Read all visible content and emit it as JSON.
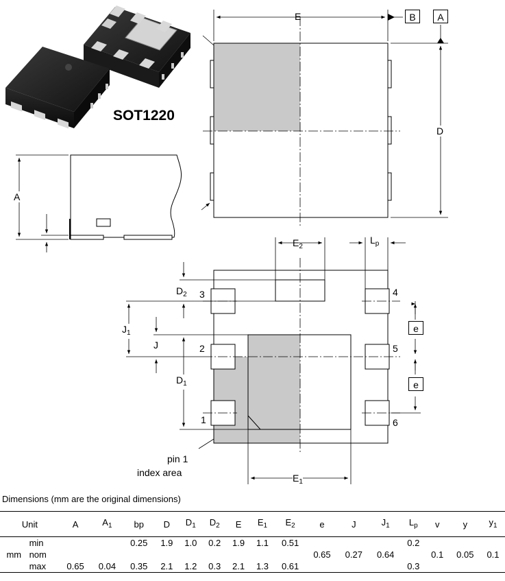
{
  "package": {
    "name": "SOT1220"
  },
  "top_view": {
    "dim_E": "E",
    "datum_B": "B",
    "datum_A": "A",
    "dim_D": "D"
  },
  "side_view": {
    "dim_A": "A"
  },
  "bottom_view": {
    "E2": {
      "base": "E",
      "sub": "2"
    },
    "Lp": {
      "base": "L",
      "sub": "p"
    },
    "D2": {
      "base": "D",
      "sub": "2"
    },
    "J1": {
      "base": "J",
      "sub": "1"
    },
    "J": "J",
    "D1": {
      "base": "D",
      "sub": "1"
    },
    "E1": {
      "base": "E",
      "sub": "1"
    },
    "e_top": "e",
    "e_bottom": "e",
    "pins": [
      "1",
      "2",
      "3",
      "4",
      "5",
      "6"
    ],
    "pin1_label_line1": "pin 1",
    "pin1_label_line2": "index area"
  },
  "dimensions_table": {
    "caption": "Dimensions (mm are the original dimensions)",
    "unit_header": "Unit",
    "columns": [
      {
        "base": "A",
        "sub": ""
      },
      {
        "base": "A",
        "sub": "1"
      },
      {
        "base": "bp",
        "sub": ""
      },
      {
        "base": "D",
        "sub": ""
      },
      {
        "base": "D",
        "sub": "1"
      },
      {
        "base": "D",
        "sub": "2"
      },
      {
        "base": "E",
        "sub": ""
      },
      {
        "base": "E",
        "sub": "1"
      },
      {
        "base": "E",
        "sub": "2"
      },
      {
        "base": "e",
        "sub": ""
      },
      {
        "base": "J",
        "sub": ""
      },
      {
        "base": "J",
        "sub": "1"
      },
      {
        "base": "L",
        "sub": "p"
      },
      {
        "base": "v",
        "sub": ""
      },
      {
        "base": "y",
        "sub": ""
      },
      {
        "base": "y",
        "sub": "1"
      }
    ],
    "unit": "mm",
    "rows": [
      {
        "label": "min",
        "values": [
          "",
          "",
          "0.25",
          "1.9",
          "1.0",
          "0.2",
          "1.9",
          "1.1",
          "0.51",
          "",
          "",
          "",
          "0.2",
          "",
          "",
          ""
        ]
      },
      {
        "label": "nom",
        "values": [
          "",
          "",
          "",
          "",
          "",
          "",
          "",
          "",
          "",
          "0.65",
          "0.27",
          "0.64",
          "",
          "0.1",
          "0.05",
          "0.1"
        ]
      },
      {
        "label": "max",
        "values": [
          "0.65",
          "0.04",
          "0.35",
          "2.1",
          "1.2",
          "0.3",
          "2.1",
          "1.3",
          "0.61",
          "",
          "",
          "",
          "0.3",
          "",
          "",
          ""
        ]
      }
    ]
  }
}
